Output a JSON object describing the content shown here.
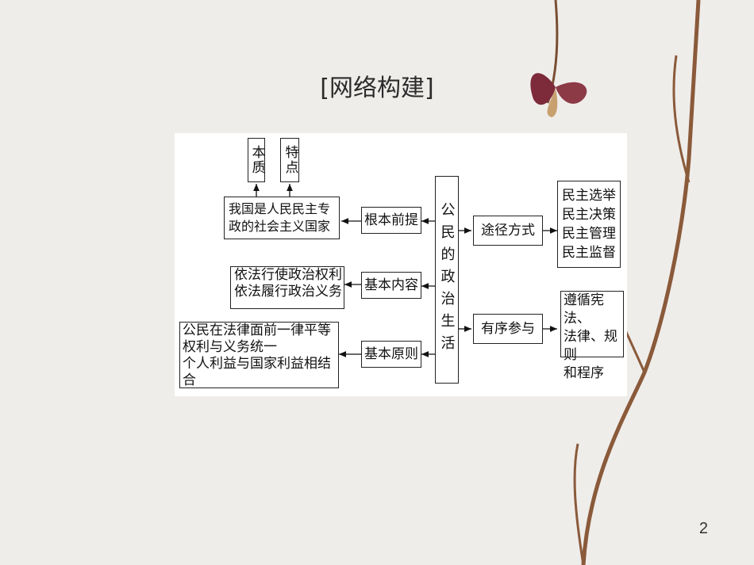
{
  "title": "[网络构建]",
  "page_number": "2",
  "diagram": {
    "center": "公民的政治生活",
    "branches": {
      "root_premise": "根本前提",
      "basic_content": "基本内容",
      "basic_principle": "基本原则",
      "ways": "途径方式",
      "orderly_participation": "有序参与"
    },
    "premise_detail": "我国是人民民主专政的社会主义国家",
    "essence": "本质",
    "features": "特点",
    "content_items": [
      "依法行使政治权利",
      "依法履行政治义务"
    ],
    "principle_items": [
      "公民在法律面前一律平等",
      "权利与义务统一",
      "个人利益与国家利益相结合"
    ],
    "ways_items": [
      "民主选举",
      "民主决策",
      "民主管理",
      "民主监督"
    ],
    "participation_items": [
      "遵循宪法、",
      "法律、规则",
      "和程序"
    ]
  }
}
